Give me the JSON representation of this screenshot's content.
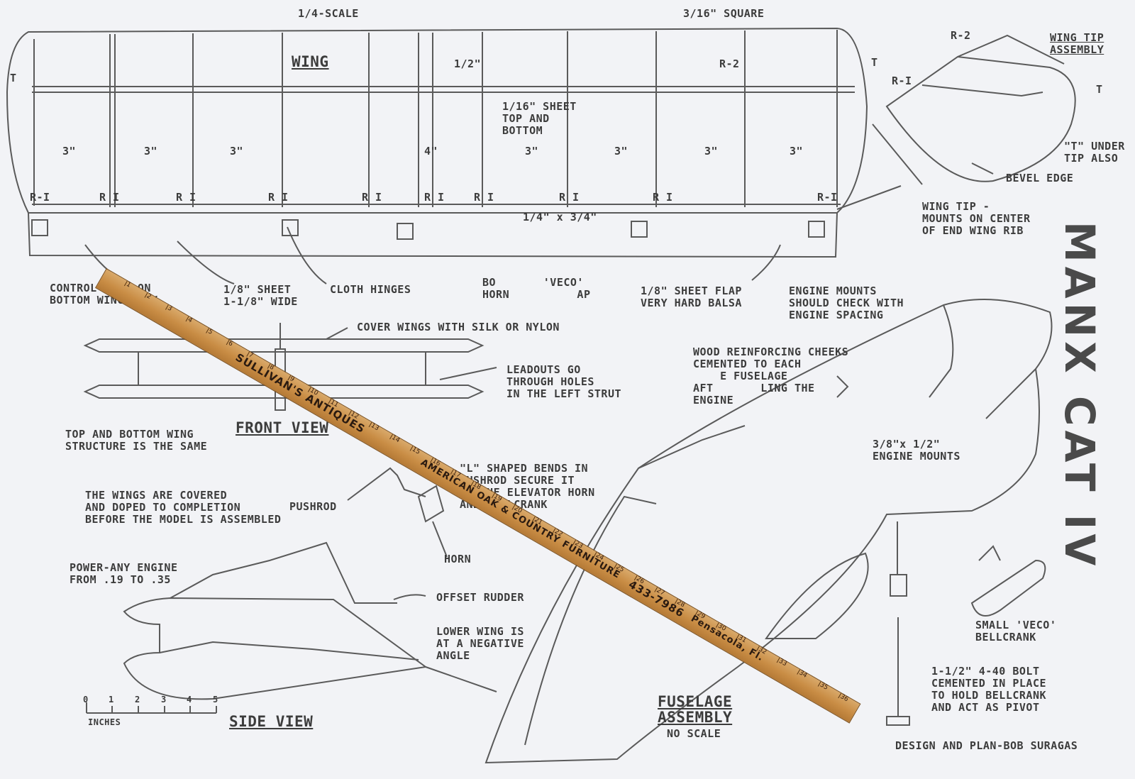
{
  "title": "MANX CAT IV",
  "wing": {
    "scale": "1/4-SCALE",
    "spar": "3/16\" SQUARE",
    "label": "WING",
    "half_inch": "1/2\"",
    "r2": "R-2",
    "t": "T",
    "sheet": "1/16\" SHEET\nTOP AND\nBOTTOM",
    "ribs": [
      "R-I",
      "R I",
      "R I",
      "R I",
      "R I",
      "R I",
      "R I",
      "R I",
      "R I",
      "R-I"
    ],
    "spacings": [
      "3\"",
      "3\"",
      "3\"",
      "4\"",
      "3\"",
      "3\"",
      "3\"",
      "3\""
    ],
    "trailing": "1/4\" x 3/4\"",
    "control_flap": "CONTROL FLAP ON\nBOTTOM WING ONLY",
    "sheet_wide": "1/8\" SHEET\n1-1/8\" WIDE",
    "cloth_hinges": "CLOTH HINGES",
    "veco_horn": "BO       'VECO'\nHORN          AP",
    "flap": "1/8\" SHEET FLAP\nVERY HARD BALSA"
  },
  "wingtip": {
    "title": "WING TIP\nASSEMBLY",
    "r2": "R-2",
    "r1": "R-I",
    "t": "T",
    "t_under": "\"T\" UNDER\nTIP ALSO",
    "bevel": "BEVEL EDGE",
    "mounts": "WING TIP -\nMOUNTS ON CENTER\nOF END WING RIB"
  },
  "front_view": {
    "cover": "COVER WINGS WITH SILK OR NYLON",
    "leadouts": "LEADOUTS GO\nTHROUGH HOLES\nIN THE LEFT STRUT",
    "label": "FRONT VIEW",
    "same": "TOP AND BOTTOM WING\nSTRUCTURE IS THE SAME"
  },
  "engine": {
    "mounts_check": "ENGINE MOUNTS\nSHOULD CHECK WITH\nENGINE SPACING",
    "cheeks": "WOOD REINFORCING CHEEKS\nCEMENTED TO EACH\n    E FUSELAGE\nAFT       LING THE\nENGINE",
    "mount_size": "3/8\"x 1/2\"\nENGINE MOUNTS"
  },
  "pushrod": {
    "bends": "\"L\" SHAPED BENDS IN\nPUSHROD SECURE IT\nTO THE ELEVATOR HORN\nAND BELLCRANK",
    "covered": "THE WINGS ARE COVERED\nAND DOPED TO COMPLETION\nBEFORE THE MODEL IS ASSEMBLED",
    "pushrod": "PUSHROD",
    "horn": "HORN"
  },
  "side_view": {
    "power": "POWER-ANY ENGINE\nFROM .19 TO .35",
    "rudder": "OFFSET RUDDER",
    "lower_wing": "LOWER WING IS\nAT A NEGATIVE\nANGLE",
    "label": "SIDE VIEW",
    "inches": "INCHES",
    "scale_nums": [
      "0",
      "1",
      "2",
      "3",
      "4",
      "5"
    ]
  },
  "fuselage": {
    "label": "FUSELAGE\nASSEMBLY",
    "no_scale": "NO SCALE"
  },
  "bellcrank": {
    "label": "SMALL 'VECO'\nBELLCRANK",
    "bolt": "1-1/2\" 4-40 BOLT\nCEMENTED IN PLACE\nTO HOLD BELLCRANK\nAND ACT AS PIVOT"
  },
  "credit": "DESIGN AND PLAN-BOB SURAGAS",
  "ruler": {
    "brand": "SULLIVAN'S ANTIQUES",
    "line2": "AMERICAN OAK & COUNTRY FURNITURE",
    "phone": "433-7986",
    "city": "Pensacola, Fl.",
    "numbers": [
      "1",
      "2",
      "3",
      "4",
      "5",
      "6",
      "7",
      "8",
      "9",
      "10",
      "11",
      "12",
      "13",
      "14",
      "15",
      "16",
      "17",
      "18",
      "19",
      "20",
      "21",
      "22",
      "23",
      "24",
      "25",
      "26",
      "27",
      "28",
      "29",
      "30",
      "31",
      "32",
      "33",
      "34",
      "35",
      "36"
    ]
  },
  "colors": {
    "paper": "#f2f3f6",
    "ink": "#4a4a4a",
    "ruler": "#c98d45"
  }
}
